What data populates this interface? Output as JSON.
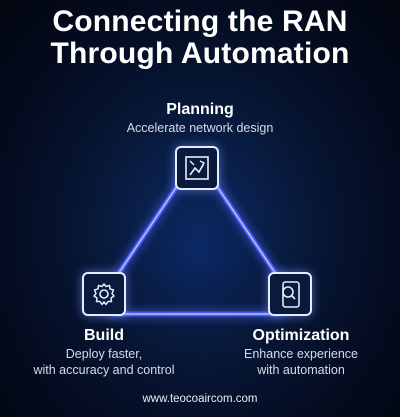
{
  "title": {
    "line1": "Connecting the RAN",
    "line2": "Through Automation"
  },
  "nodes": {
    "planning": {
      "title": "Planning",
      "desc": "Accelerate network design",
      "icon": "network-design-icon"
    },
    "build": {
      "title": "Build",
      "desc_line1": "Deploy faster,",
      "desc_line2": "with accuracy and control",
      "icon": "gear-icon"
    },
    "optimization": {
      "title": "Optimization",
      "desc_line1": "Enhance experience",
      "desc_line2": "with automation",
      "icon": "mobile-search-icon"
    }
  },
  "footer": "www.teocoaircom.com",
  "colors": {
    "background": "#040b1f",
    "triangle_stroke": "#5b6bff",
    "glow": "#3f56ff"
  }
}
